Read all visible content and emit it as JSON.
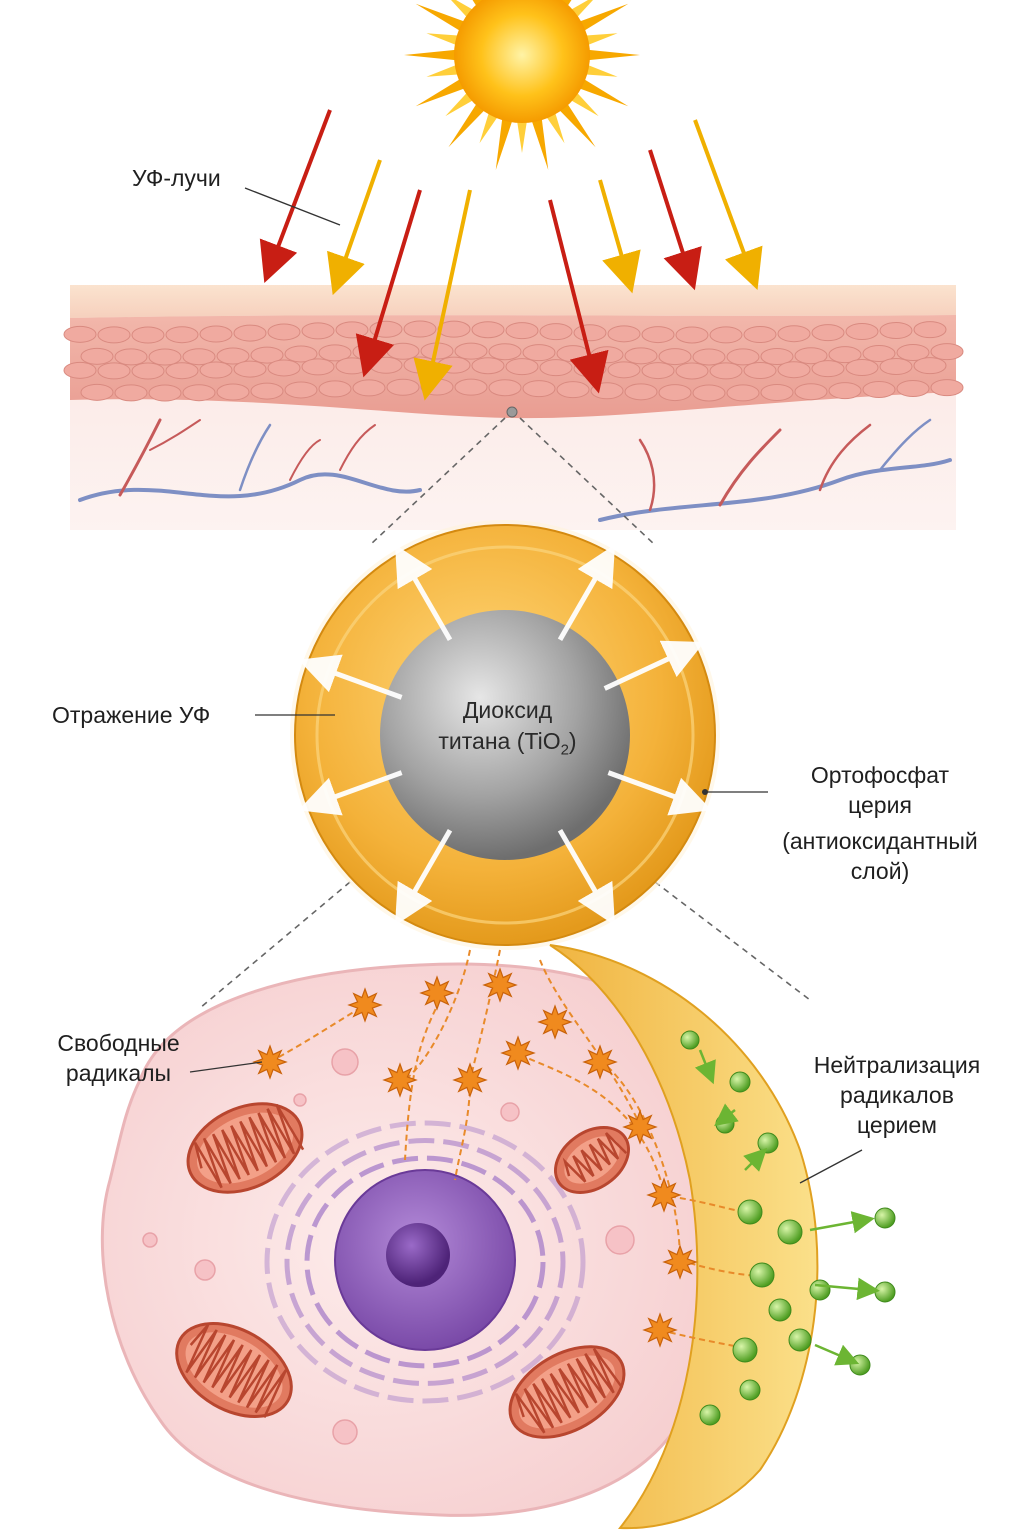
{
  "labels": {
    "uv_rays": "УФ-лучи",
    "uv_reflection": "Отражение УФ",
    "core_line1": "Диоксид",
    "core_line2": "титана (TiO",
    "core_subscript": "2",
    "core_close": ")",
    "shell_line1": "Ортофосфат",
    "shell_line2": "церия",
    "shell_line3": "(антиоксидантный",
    "shell_line4": "слой)",
    "radicals_line1": "Свободные",
    "radicals_line2": "радикалы",
    "neutral_line1": "Нейтрализация",
    "neutral_line2": "радикалов",
    "neutral_line3": "церием"
  },
  "colors": {
    "sun": "#f7b500",
    "uv_red": "#d0261c",
    "uv_yellow": "#f2b416",
    "skin": "#f4c9c0",
    "shell": "#f3b23a",
    "core": "#9a9a9a",
    "nucleus": "#8b5cb8",
    "mitochondria": "#d9624a",
    "radical": "#f08a1e",
    "cerium_particle": "#7dc242"
  }
}
